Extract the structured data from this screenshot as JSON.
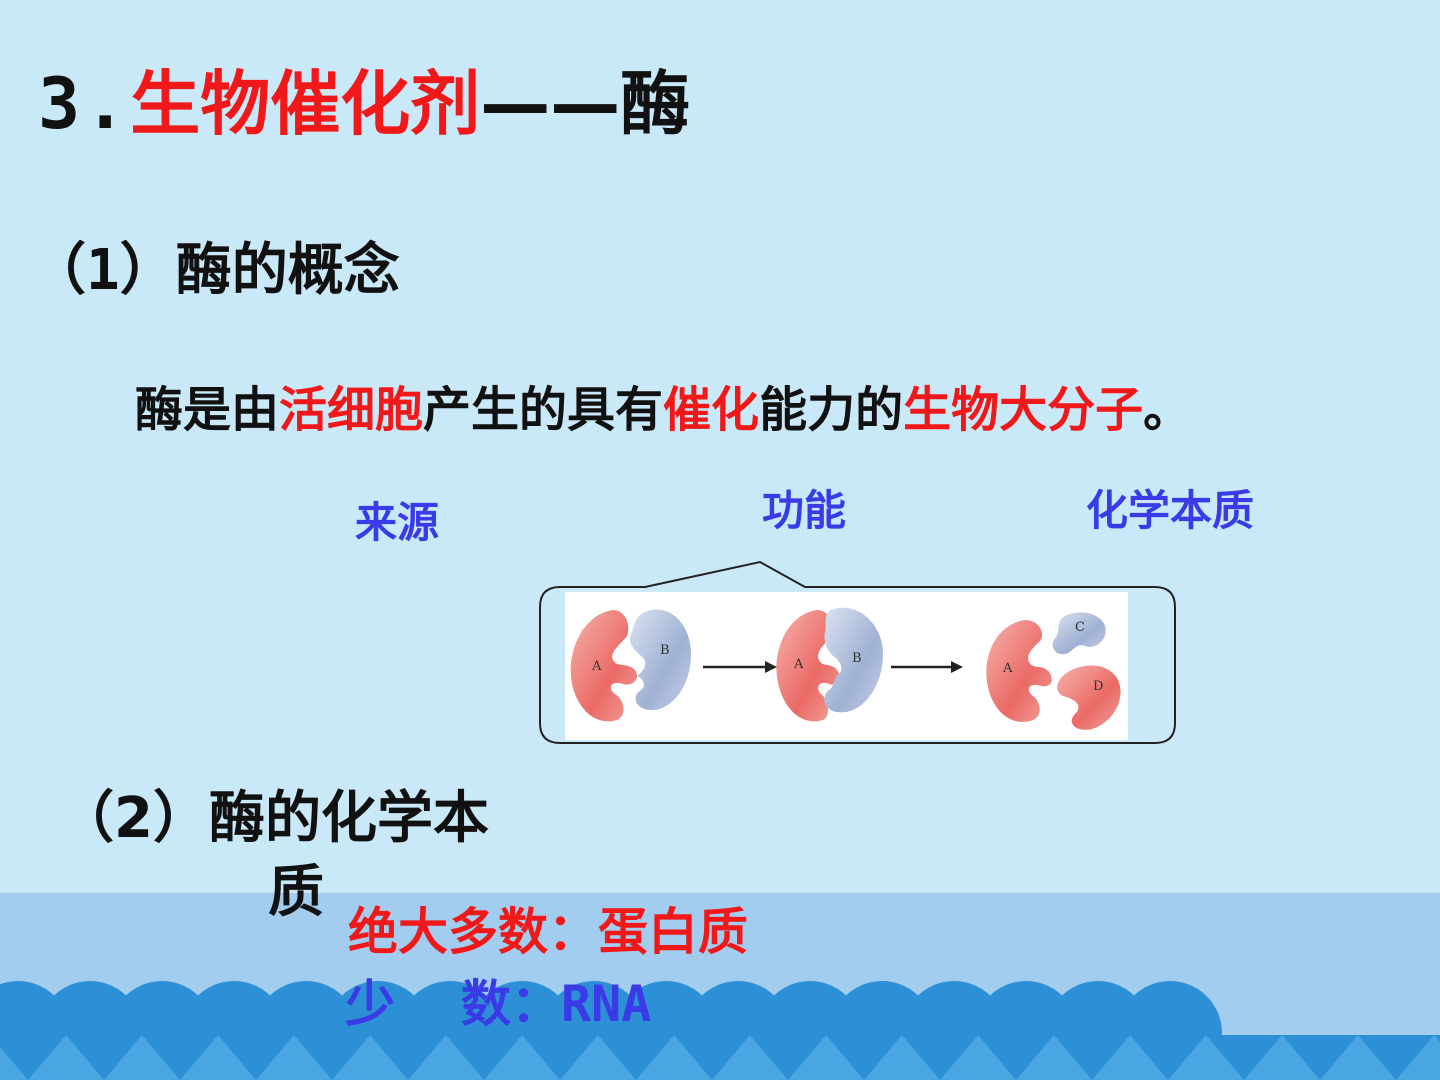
{
  "title": {
    "number": "3.",
    "main": "生物催化剂",
    "dash": "——",
    "tail": "酶"
  },
  "section1": {
    "paren_open": "（",
    "num": "1",
    "paren_close": "）",
    "text": "酶的概念"
  },
  "definition": {
    "p1": "酶是由",
    "h1": "活细胞",
    "p2": "产生的具有",
    "h2": "催化",
    "p3": "能力的",
    "h3": "生物大分子",
    "p4": "。"
  },
  "labels": {
    "source": "来源",
    "function": "功能",
    "chemical_nature": "化学本质"
  },
  "figure": {
    "step1": {
      "left": "A",
      "right": "B"
    },
    "step2": {
      "left": "A",
      "right": "B"
    },
    "step3": {
      "left": "A",
      "top": "C",
      "bottom": "D"
    }
  },
  "section2": {
    "paren_open": "（",
    "num": "2",
    "paren_close": "）",
    "text_a": "酶的化学本",
    "text_b": "质"
  },
  "answers": {
    "majority_label": "绝大多数：",
    "majority_value": "蛋白质",
    "minority_label_a": "少",
    "minority_label_b": "数：",
    "minority_value": "RNA"
  },
  "colors": {
    "background": "#c9e9f9",
    "red": "#f01818",
    "blue": "#3a3ae6",
    "band": "#a3cdee",
    "wave": "#2d8fd5"
  }
}
